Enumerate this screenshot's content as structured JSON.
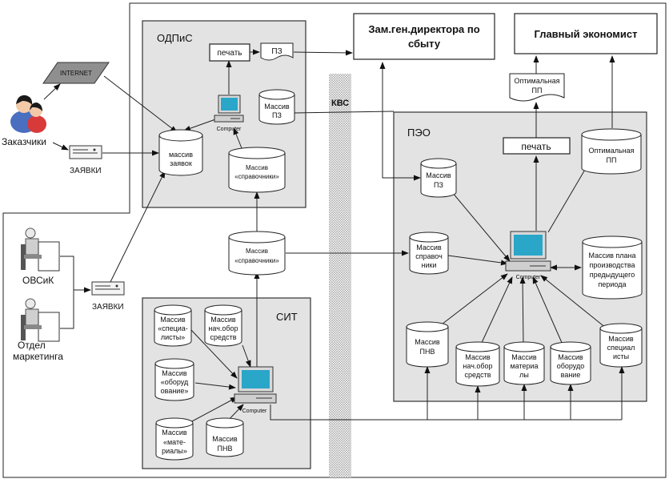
{
  "regions": {
    "odpis": "ОДПиС",
    "pto": "ПЭО",
    "sit": "СИТ",
    "kvs": "КВС"
  },
  "top_boxes": {
    "deputy_director": [
      "Зам.ген.директора по",
      "сбыту"
    ],
    "chief_economist": "Главный экономист"
  },
  "actors": {
    "customers": "Заказчики",
    "internet": "INTERNET",
    "orders_top": "ЗАЯВКИ",
    "orders_bottom": "ЗАЯВКИ",
    "ovsik": "ОВСиК",
    "marketing": [
      "Отдел",
      "маркетинга"
    ]
  },
  "odpis": {
    "print": "печать",
    "pz_doc": "ПЗ",
    "computer": "Computer",
    "massiv_pz": [
      "Массив",
      "ПЗ"
    ],
    "massiv_zayavok": [
      "массив",
      "заявок"
    ],
    "massiv_sprav": [
      "Массив",
      "«справочники»"
    ]
  },
  "middle": {
    "massiv_sprav": [
      "Массив",
      "«справочники»"
    ]
  },
  "pto": {
    "opt_doc": [
      "Оптимальная",
      "ПП"
    ],
    "print": "печать",
    "opt_cyl": [
      "Оптимальная",
      "ПП"
    ],
    "massiv_pz": [
      "Массив",
      "ПЗ"
    ],
    "massiv_sprav": [
      "Массив",
      "справоч",
      "ники"
    ],
    "computer": "Computer",
    "plan_prev": [
      "Массив плана",
      "производства",
      "предыдущего",
      "периода"
    ],
    "pnv": [
      "Массив",
      "ПНВ"
    ],
    "nach_obor": [
      "Массив",
      "нач.обор",
      "средств"
    ],
    "materials": [
      "Массив",
      "материа",
      "лы"
    ],
    "equipment": [
      "Массив",
      "оборудо",
      "вание"
    ],
    "specialists": [
      "Массив",
      "специал",
      "исты"
    ]
  },
  "sit": {
    "specialists": [
      "Массив",
      "«специа-",
      "листы»"
    ],
    "nach_obor": [
      "Массив",
      "нач.обор",
      "средств"
    ],
    "equipment": [
      "Массив",
      "«оборуд",
      "ование»"
    ],
    "computer": "Computer",
    "materials": [
      "Массив",
      "«мате-",
      "риалы»"
    ],
    "pnv": [
      "Массив",
      "ПНВ"
    ]
  }
}
